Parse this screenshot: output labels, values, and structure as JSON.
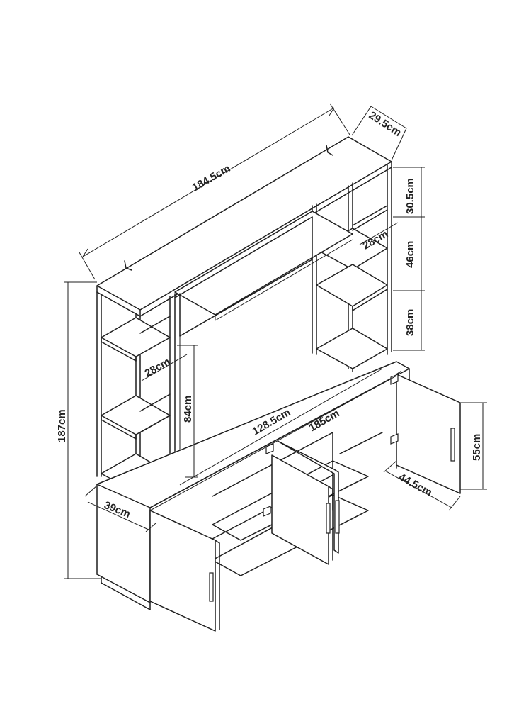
{
  "dimensions": {
    "top_width": "184.5cm",
    "top_depth": "29.5cm",
    "top_shelf_height": "30.5cm",
    "middle_shelf_height": "46cm",
    "lower_shelf_height": "38cm",
    "tower_shelf_depth_right": "28cm",
    "tower_shelf_depth_left": "28cm",
    "opening_height": "84cm",
    "opening_width": "128.5cm",
    "base_width": "185cm",
    "total_height": "187cm",
    "base_depth": "39cm",
    "base_side_depth": "44.5cm",
    "door_height": "55cm"
  }
}
